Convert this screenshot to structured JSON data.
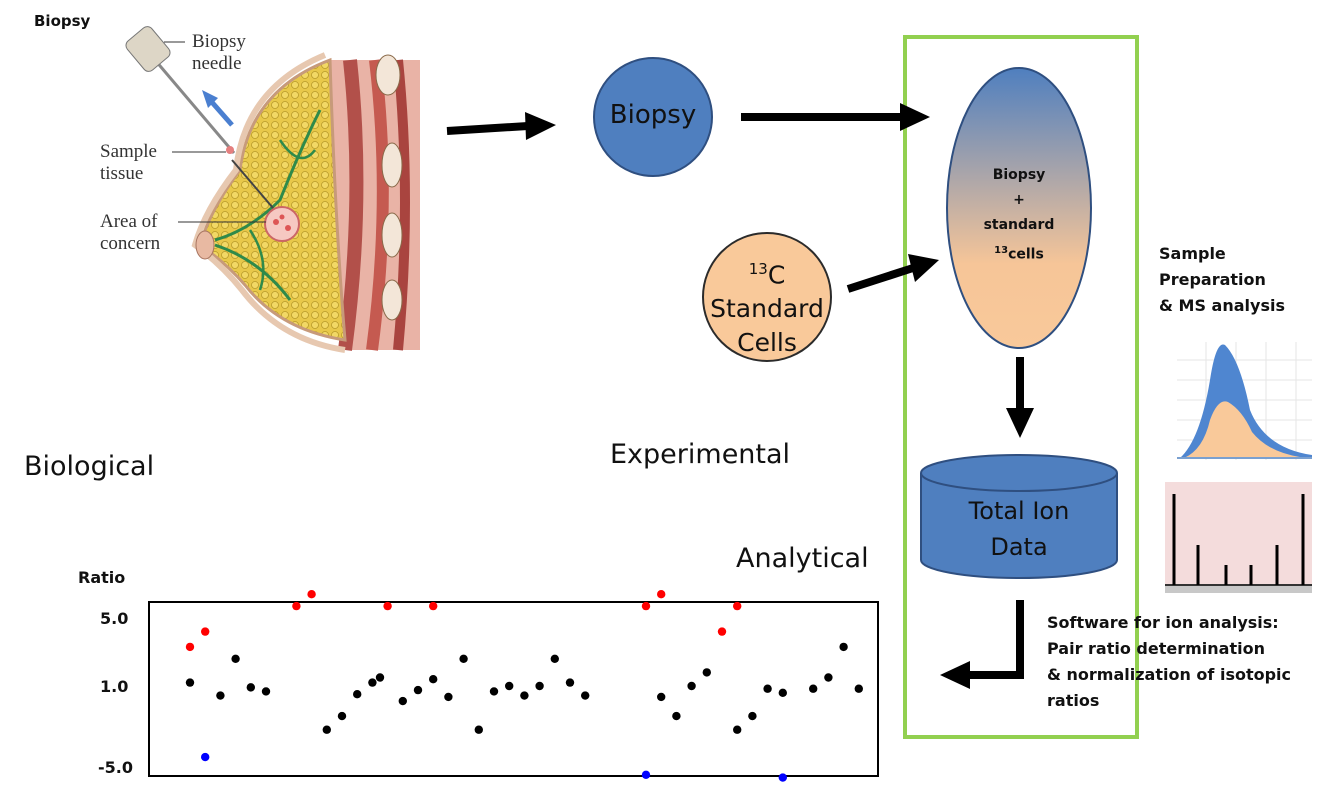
{
  "corner_title": "Biopsy",
  "anatomy": {
    "needle_label_line1": "Biopsy",
    "needle_label_line2": "needle",
    "sample_label_line1": "Sample",
    "sample_label_line2": "tissue",
    "area_label_line1": "Area of",
    "area_label_line2": "concern"
  },
  "nodes": {
    "biopsy_circle": "Biopsy",
    "standard_cells_sup": "13",
    "standard_cells_line1": "C",
    "standard_cells_line2": "Standard",
    "standard_cells_line3": "Cells",
    "mix_line1": "Biopsy",
    "mix_line2": "+",
    "mix_line3": "standard",
    "mix_sup": "13",
    "mix_line4": "cells",
    "cylinder_line1": "Total Ion",
    "cylinder_line2": "Data"
  },
  "section_labels": {
    "biological": "Biological",
    "experimental": "Experimental",
    "analytical": "Analytical"
  },
  "side_notes": {
    "sample_prep_line1": "Sample",
    "sample_prep_line2": "Preparation",
    "sample_prep_line3": "& MS analysis",
    "software_line1": "Software for ion analysis:",
    "software_line2": "Pair ratio determination",
    "software_line3": "& normalization  of isotopic",
    "software_line4": "ratios"
  },
  "colors": {
    "node_blue": "#4f7fbf",
    "node_orange": "#f9c99a",
    "box_green": "#92d050",
    "red_point": "#ff0000",
    "blue_point": "#0000ff",
    "black_point": "#000000"
  },
  "chart_data": {
    "type": "scatter",
    "ylabel": "Ratio",
    "y_ticks": [
      "5.0",
      "1.0",
      "-5.0"
    ],
    "series": [
      {
        "color": "red",
        "points": [
          [
            1,
            3.3
          ],
          [
            2,
            4.2
          ],
          [
            8,
            5.7
          ],
          [
            9,
            6.4
          ],
          [
            14,
            5.7
          ],
          [
            17,
            5.7
          ],
          [
            31,
            5.7
          ],
          [
            32,
            6.4
          ],
          [
            36,
            4.2
          ],
          [
            37,
            5.7
          ]
        ]
      },
      {
        "color": "black",
        "points": [
          [
            1,
            1.2
          ],
          [
            3,
            0.3
          ],
          [
            4,
            2.6
          ],
          [
            5,
            0.9
          ],
          [
            6,
            0.6
          ],
          [
            10,
            -2.2
          ],
          [
            11,
            -1.2
          ],
          [
            12,
            0.4
          ],
          [
            13,
            1.2
          ],
          [
            13.5,
            1.5
          ],
          [
            15,
            -0.1
          ],
          [
            16,
            0.7
          ],
          [
            17,
            1.4
          ],
          [
            18,
            0.2
          ],
          [
            19,
            2.6
          ],
          [
            20,
            -2.2
          ],
          [
            21,
            0.6
          ],
          [
            22,
            1.0
          ],
          [
            23,
            0.3
          ],
          [
            24,
            1.0
          ],
          [
            25,
            2.6
          ],
          [
            26,
            1.2
          ],
          [
            27,
            0.3
          ],
          [
            32,
            0.2
          ],
          [
            33,
            -1.2
          ],
          [
            34,
            1.0
          ],
          [
            35,
            1.8
          ],
          [
            37,
            -2.2
          ],
          [
            38,
            -1.2
          ],
          [
            39,
            0.8
          ],
          [
            40,
            0.5
          ],
          [
            42,
            0.8
          ],
          [
            43,
            1.5
          ],
          [
            44,
            3.3
          ],
          [
            45,
            0.8
          ]
        ]
      },
      {
        "color": "blue",
        "points": [
          [
            2,
            -4.2
          ],
          [
            31,
            -5.5
          ],
          [
            40,
            -5.7
          ]
        ]
      }
    ]
  }
}
